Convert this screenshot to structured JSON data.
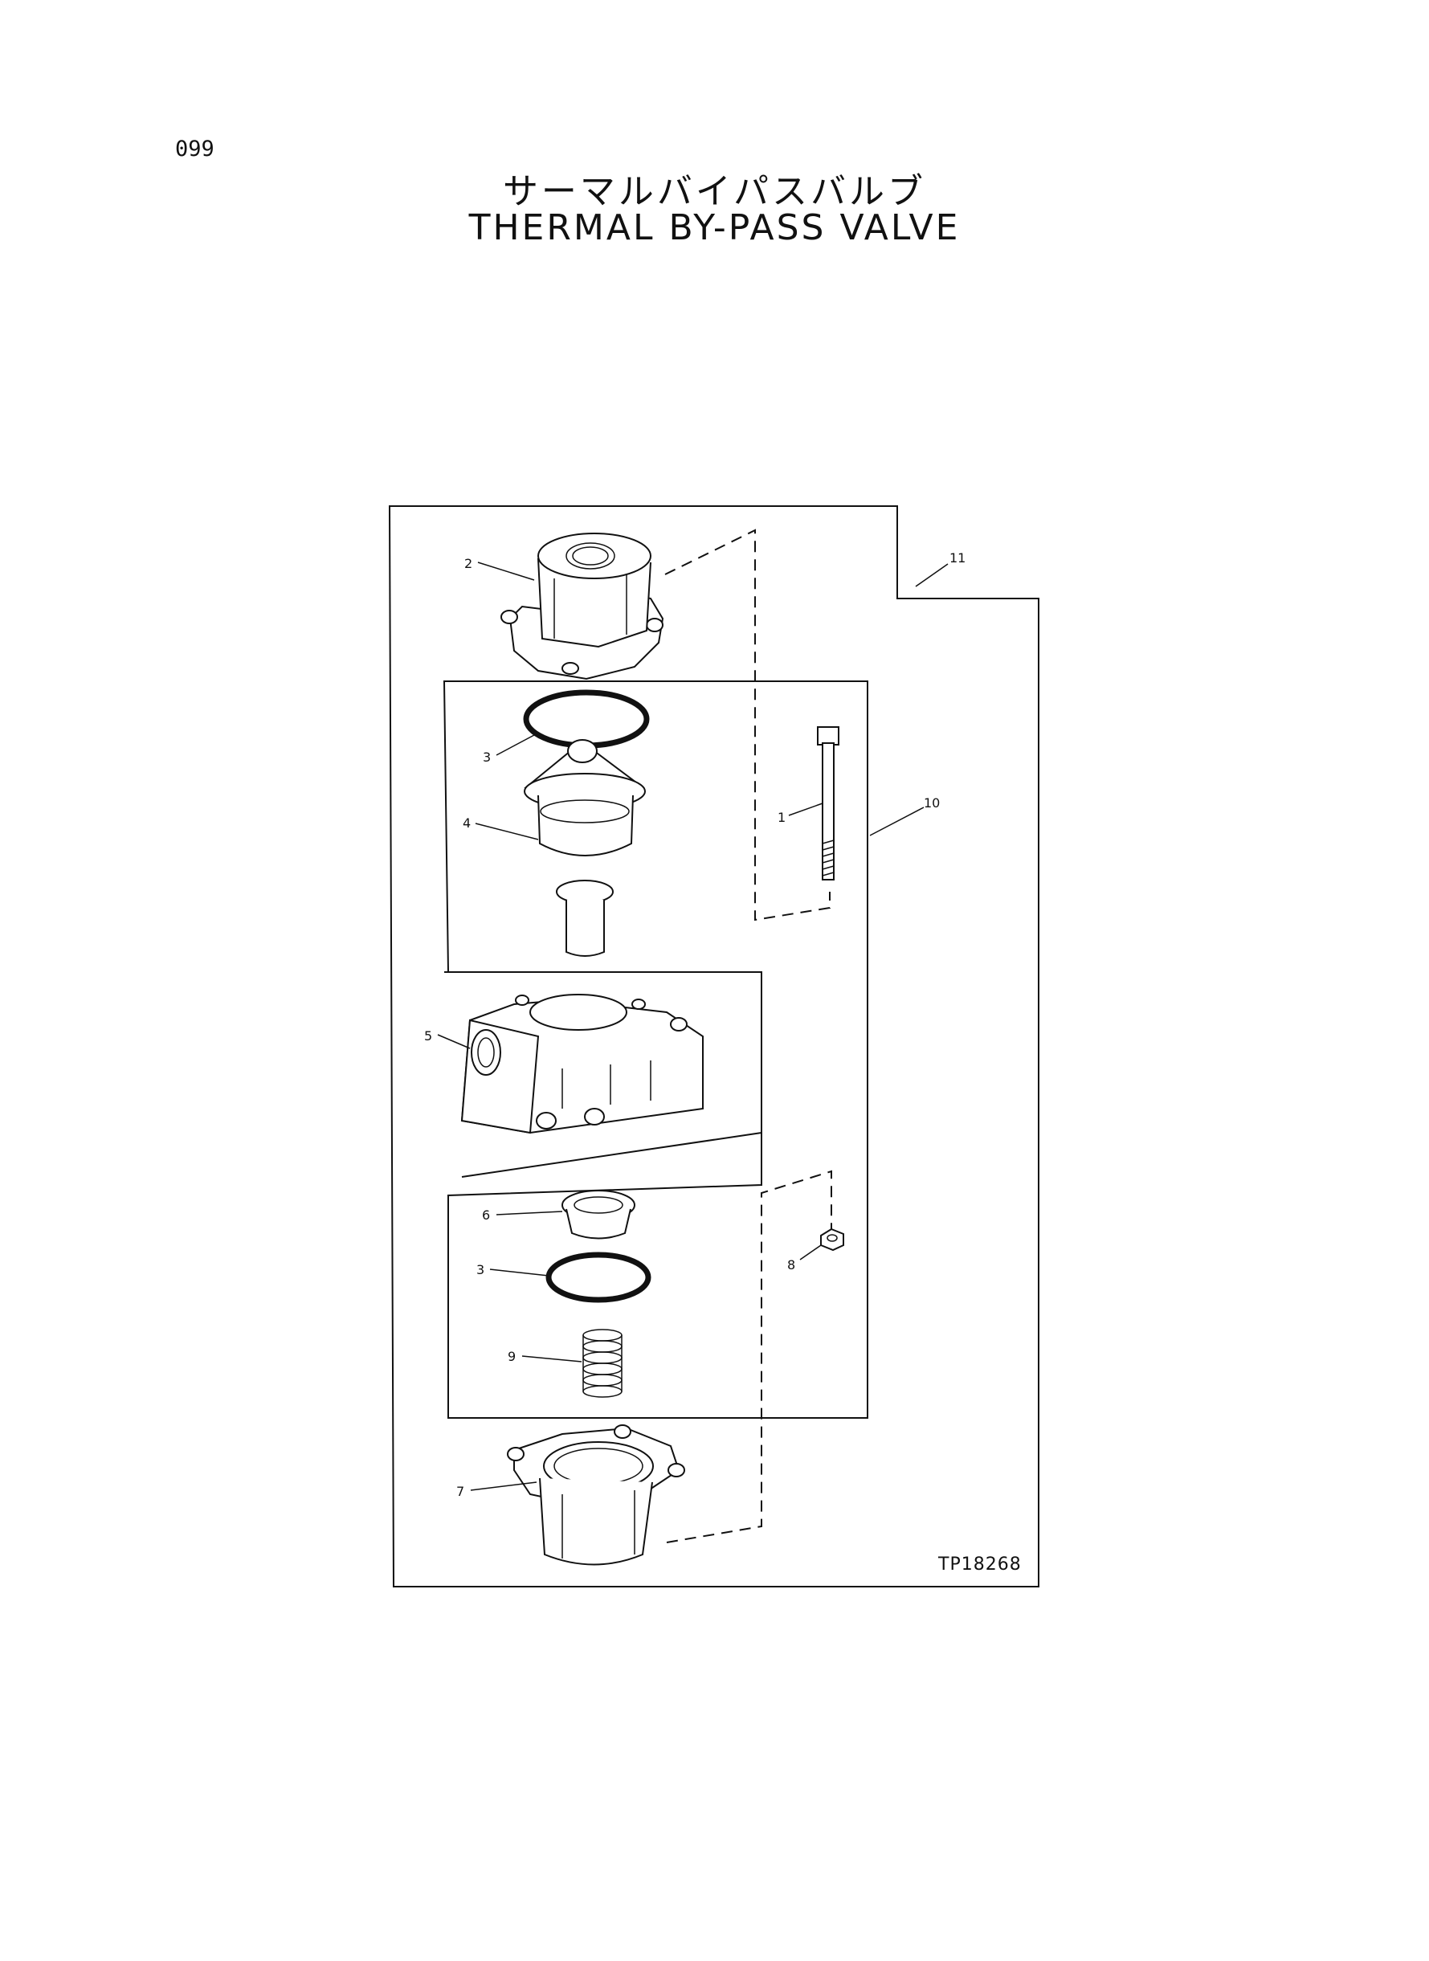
{
  "page": {
    "number": "099"
  },
  "title": {
    "japanese": "サーマルバイパスバルブ",
    "english": "THERMAL BY-PASS VALVE"
  },
  "drawing": {
    "number": "TP18268"
  },
  "callouts": [
    {
      "id": "c1",
      "label": "1"
    },
    {
      "id": "c2",
      "label": "2"
    },
    {
      "id": "c3a",
      "label": "3"
    },
    {
      "id": "c3b",
      "label": "3"
    },
    {
      "id": "c4",
      "label": "4"
    },
    {
      "id": "c5",
      "label": "5"
    },
    {
      "id": "c6",
      "label": "6"
    },
    {
      "id": "c7",
      "label": "7"
    },
    {
      "id": "c8",
      "label": "8"
    },
    {
      "id": "c9",
      "label": "9"
    },
    {
      "id": "c10",
      "label": "10"
    },
    {
      "id": "c11",
      "label": "11"
    }
  ]
}
